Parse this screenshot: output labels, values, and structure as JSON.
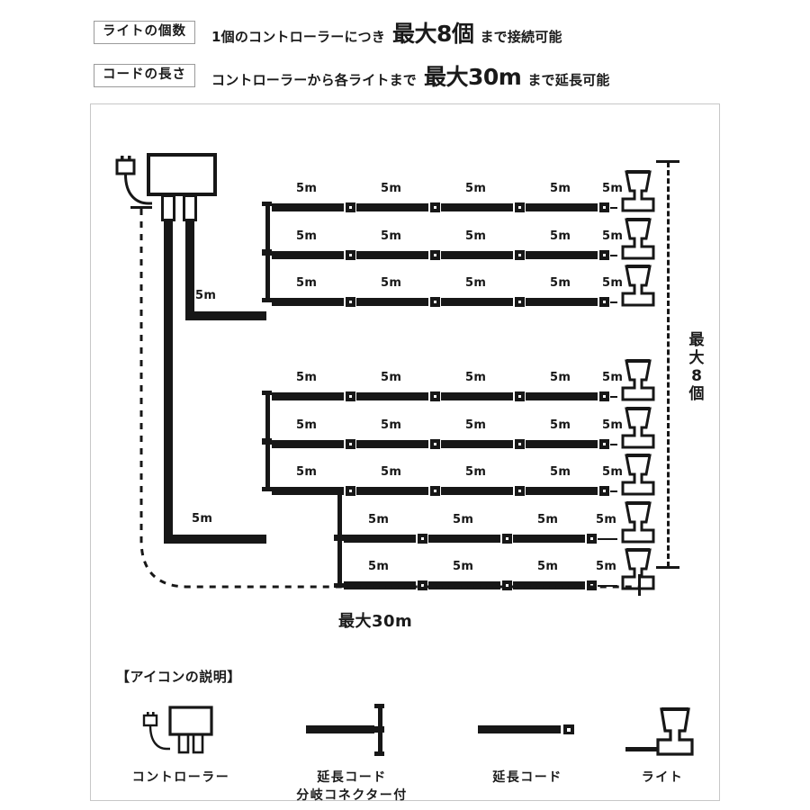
{
  "header": {
    "rows": [
      {
        "tag": "ライトの個数",
        "pre": "1個のコントローラーにつき",
        "big": "最大8個",
        "post": "まで接続可能"
      },
      {
        "tag": "コードの長さ",
        "pre": "コントローラーから各ライトまで",
        "big": "最大30m",
        "post": "まで延長可能"
      }
    ]
  },
  "diagram": {
    "segment_label": "5m",
    "trunk_label_top": "5m",
    "trunk_label_bottom": "5m",
    "dimension_vertical": [
      "最",
      "大",
      "8",
      "個"
    ],
    "dimension_vertical_text": "最大8個",
    "dimension_horizontal": "最大30m",
    "rows": [
      {
        "id": "row-1",
        "segments": [
          "5m",
          "5m",
          "5m",
          "5m",
          "5m"
        ],
        "group": "top"
      },
      {
        "id": "row-2",
        "segments": [
          "5m",
          "5m",
          "5m",
          "5m",
          "5m"
        ],
        "group": "top"
      },
      {
        "id": "row-3",
        "segments": [
          "5m",
          "5m",
          "5m",
          "5m",
          "5m"
        ],
        "group": "top"
      },
      {
        "id": "row-4",
        "segments": [
          "5m",
          "5m",
          "5m",
          "5m",
          "5m"
        ],
        "group": "middle"
      },
      {
        "id": "row-5",
        "segments": [
          "5m",
          "5m",
          "5m",
          "5m",
          "5m"
        ],
        "group": "middle"
      },
      {
        "id": "row-6",
        "segments": [
          "5m",
          "5m",
          "5m",
          "5m",
          "5m"
        ],
        "group": "middle"
      },
      {
        "id": "row-7",
        "segments": [
          "5m",
          "5m",
          "5m",
          "5m"
        ],
        "group": "sub"
      },
      {
        "id": "row-8",
        "segments": [
          "5m",
          "5m",
          "5m",
          "5m"
        ],
        "group": "sub"
      }
    ]
  },
  "legend": {
    "title": "【アイコンの説明】",
    "items": [
      {
        "icon": "controller-icon",
        "label_line1": "コントローラー",
        "label_line2": ""
      },
      {
        "icon": "extension-cord-branch-connector-icon",
        "label_line1": "延長コード",
        "label_line2": "分岐コネクター付"
      },
      {
        "icon": "extension-cord-icon",
        "label_line1": "延長コード",
        "label_line2": ""
      },
      {
        "icon": "light-icon",
        "label_line1": "ライト",
        "label_line2": ""
      }
    ]
  },
  "colors": {
    "ink": "#171717",
    "frame": "#c7c7c7",
    "tag_border": "#9a9a9a",
    "background": "#ffffff"
  }
}
